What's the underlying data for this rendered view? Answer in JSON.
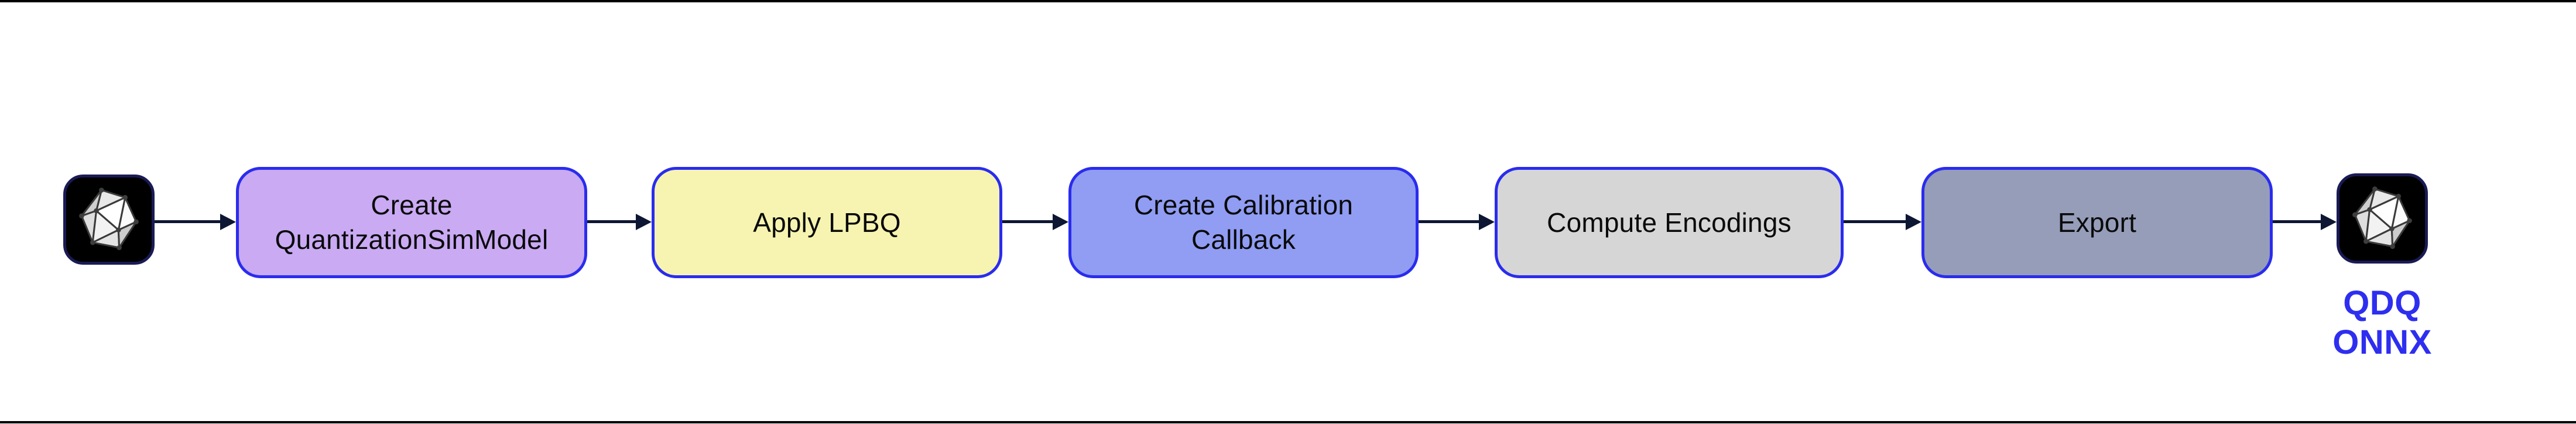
{
  "diagram": {
    "background": "#ffffff",
    "border_line_color": "#000000",
    "arrow_color": "#0d1733",
    "input_icon": {
      "icon": "onnx-logo",
      "bg": "#000000",
      "border": "#1a1a55"
    },
    "nodes": [
      {
        "label": "Create\nQuantizationSimModel",
        "fill": "#c9aaf3",
        "border": "#2a2cee",
        "text_color": "#0a0a0a"
      },
      {
        "label": "Apply LPBQ",
        "fill": "#f6f4b0",
        "border": "#2a2cee",
        "text_color": "#0a0a0a"
      },
      {
        "label": "Create Calibration\nCallback",
        "fill": "#909df3",
        "border": "#2a2cee",
        "text_color": "#0a0a0a"
      },
      {
        "label": "Compute Encodings",
        "fill": "#d6d6d6",
        "border": "#2a2cee",
        "text_color": "#0a0a0a"
      },
      {
        "label": "Export",
        "fill": "#959db9",
        "border": "#2a2cee",
        "text_color": "#0a0a0a"
      }
    ],
    "output_icon": {
      "icon": "onnx-logo",
      "bg": "#000000",
      "border": "#1a1a55",
      "caption": "QDQ\nONNX",
      "caption_color": "#2e2ef0"
    }
  }
}
